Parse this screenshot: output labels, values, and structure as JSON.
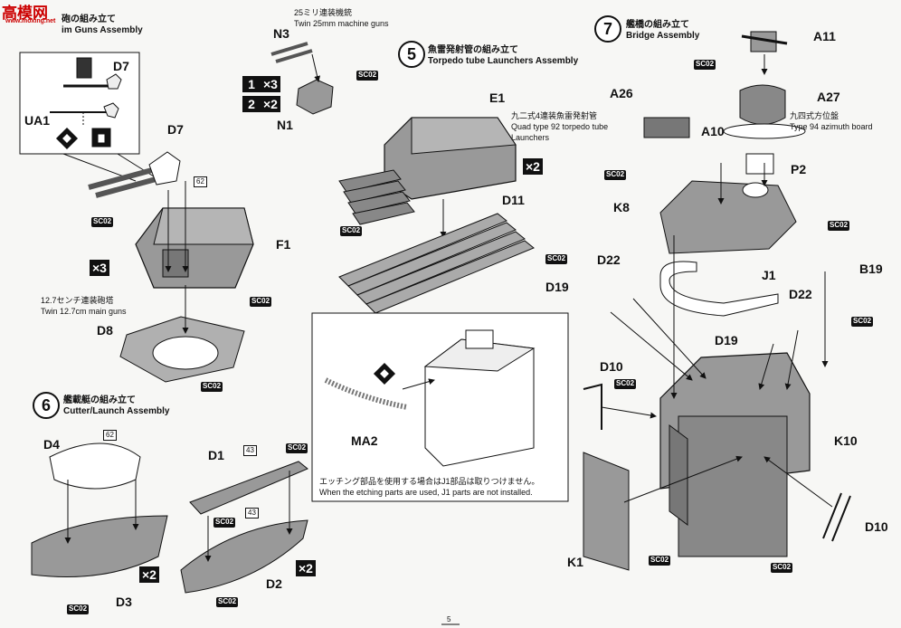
{
  "watermark": {
    "logo": "高模网",
    "site": "www.moxing.net"
  },
  "step_twin_guns": {
    "title_fragment": "im Guns Assembly",
    "jp_fragment": "砲の組み立て",
    "labels": {
      "d7": "D7",
      "ua1": "UA1",
      "d7_main": "D7",
      "f1": "F1",
      "d8": "D8"
    },
    "color_tags": {
      "tag_62": "62"
    },
    "sc_tags": {
      "sc_1": "SC02",
      "sc_2": "SC02",
      "sc_3": "SC02"
    },
    "multiplier": "×3",
    "caption_jp": "12.7センチ連装砲塔",
    "caption_en": "Twin 12.7cm main guns"
  },
  "step_mg": {
    "caption_jp": "25ミリ連装機銃",
    "caption_en": "Twin 25mm machine guns",
    "labels": {
      "n3": "N3",
      "n1": "N1"
    },
    "qty_1_num": "1",
    "qty_1_mult": "×3",
    "qty_2_num": "2",
    "qty_2_mult": "×2",
    "sc_tag": "SC02"
  },
  "step5": {
    "number": "5",
    "title_jp": "魚雷発射管の組み立て",
    "title_en": "Torpedo tube Launchers Assembly",
    "labels": {
      "e1": "E1",
      "d11": "D11"
    },
    "caption_jp": "九二式4連装魚雷発射管",
    "caption_en1": "Quad type 92 torpedo tube",
    "caption_en2": "Launchers",
    "multiplier": "×2",
    "sc_tag": "SC02",
    "inset": {
      "label": "MA2",
      "note_jp": "エッチング部品を使用する場合はJ1部品は取りつけません。",
      "note_en": "When the etching parts are used, J1 parts are not installed."
    }
  },
  "step6": {
    "number": "6",
    "title_jp": "艦載艇の組み立て",
    "title_en": "Cutter/Launch Assembly",
    "labels": {
      "d4": "D4",
      "d3": "D3",
      "d1": "D1",
      "d2": "D2"
    },
    "color_tags": {
      "tag_62": "62",
      "tag_43a": "43",
      "tag_43b": "43"
    },
    "sc_tags": {
      "sc_1": "SC02",
      "sc_2": "SC02",
      "sc_3": "SC02",
      "sc_4": "SC02"
    },
    "mult_1": "×2",
    "mult_2": "×2"
  },
  "step7": {
    "number": "7",
    "title_jp": "艦橋の組み立て",
    "title_en": "Bridge Assembly",
    "labels": {
      "a11": "A11",
      "a27": "A27",
      "a26": "A26",
      "a10": "A10",
      "p2": "P2",
      "k8": "K8",
      "j1": "J1",
      "b19": "B19",
      "d22a": "D22",
      "d19a": "D19",
      "d22b": "D22",
      "d19b": "D19",
      "d10a": "D10",
      "k10": "K10",
      "d10b": "D10",
      "k1": "K1"
    },
    "caption_jp": "九四式方位盤",
    "caption_en": "Type 94 azimuth board",
    "sc_tags": {
      "sc_1": "SC02",
      "sc_2": "SC02",
      "sc_3": "SC02",
      "sc_4": "SC02",
      "sc_5": "SC02",
      "sc_6": "SC02",
      "sc_7": "SC02",
      "sc_8": "SC02"
    }
  },
  "page_number": "5"
}
